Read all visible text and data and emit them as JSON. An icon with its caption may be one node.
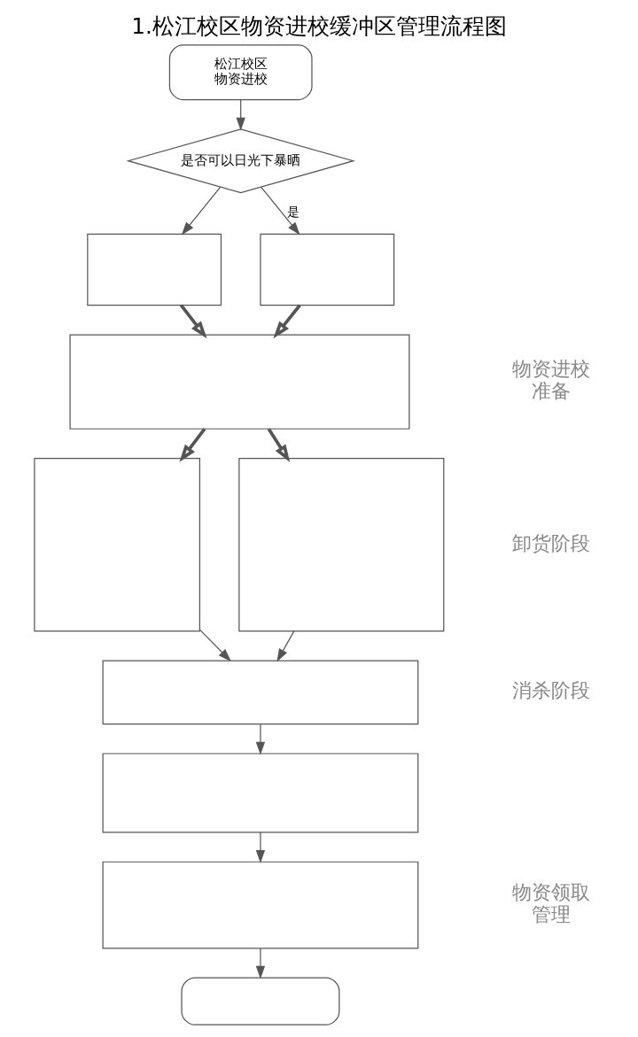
{
  "diagram": {
    "title": "1.松江校区物资进校缓冲区管理流程图",
    "nodes": [
      {
        "text": [
          "松江校区物资进校"
        ]
      },
      {
        "text": [
          "是否可以日光下暴晒"
        ]
      },
      {
        "text": [],
        "shape": "box"
      },
      {
        "text": [],
        "shape": "box"
      },
      {
        "text": [],
        "shape": "box"
      },
      {
        "text": [],
        "shape": "box"
      },
      {
        "text": [],
        "shape": "box"
      },
      {
        "text": [],
        "shape": "box"
      },
      {
        "text": [],
        "shape": "box"
      },
      {
        "text": [],
        "shape": "box"
      },
      {
        "text": [],
        "shape": "box"
      }
    ],
    "edges": [
      {
        "from": 0,
        "to": 1,
        "arrow": "to"
      },
      {
        "from": 1,
        "to": 2,
        "arrow": "to"
      },
      {
        "from": 1,
        "to": 3,
        "arrow": "to",
        "label": "是"
      },
      {
        "from": 2,
        "to": 4,
        "arrow": "to",
        "style": "thick"
      },
      {
        "from": 3,
        "to": 4,
        "arrow": "to",
        "style": "thick"
      },
      {
        "from": 4,
        "to": 5,
        "arrow": "to",
        "style": "thick"
      },
      {
        "from": 4,
        "to": 6,
        "arrow": "to",
        "style": "thick"
      },
      {
        "from": 5,
        "to": 7,
        "arrow": "to"
      },
      {
        "from": 6,
        "to": 7,
        "arrow": "to"
      },
      {
        "from": 7,
        "to": 8,
        "arrow": "to"
      },
      {
        "from": 8,
        "to": 9,
        "arrow": "to"
      },
      {
        "from": 9,
        "to": 10,
        "arrow": "to"
      }
    ],
    "labels": [
      "物资进校准备",
      "卸货阶段",
      "消杀阶段",
      "物资领取管理"
    ]
  }
}
